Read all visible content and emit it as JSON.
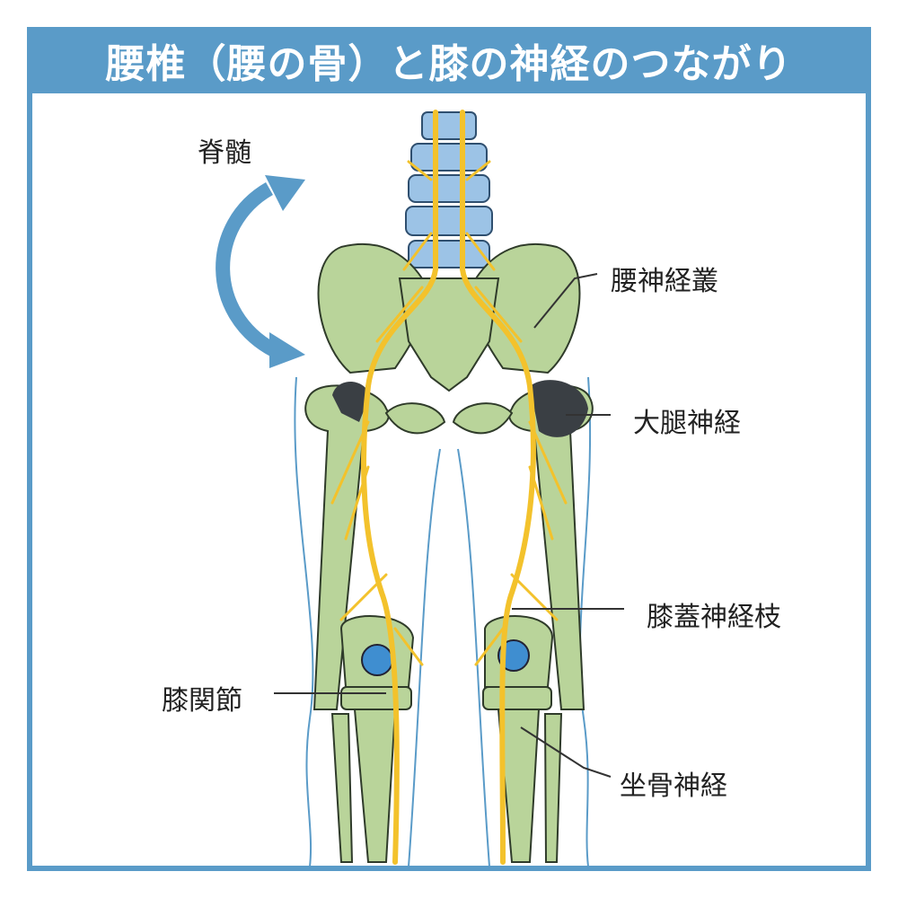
{
  "title": "腰椎（腰の骨）と膝の神経のつながり",
  "labels": {
    "spinal_cord": "脊髄",
    "lumbar_plexus": "腰神経叢",
    "femoral_nerve": "大腿神経",
    "patellar_branch": "膝蓋神経枝",
    "knee_joint": "膝関節",
    "sciatic_nerve": "坐骨神経"
  },
  "colors": {
    "frame": "#5a9bc8",
    "bone": "#b9d49a",
    "nerve": "#f3c22c",
    "vertebra": "#9cc3e6",
    "hip_joint": "#3a3f44"
  }
}
